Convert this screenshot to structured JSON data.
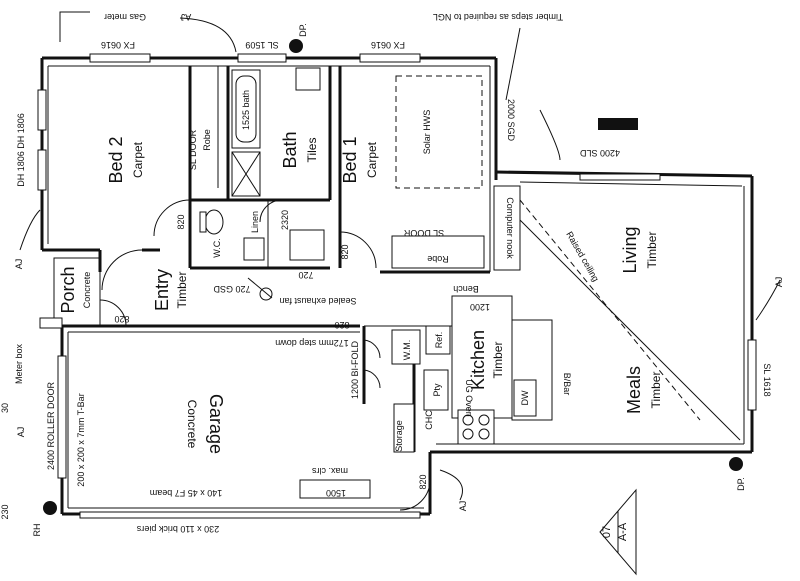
{
  "rooms": {
    "bed2": {
      "name": "Bed 2",
      "finish": "Carpet"
    },
    "bath": {
      "name": "Bath",
      "finish": "Tiles"
    },
    "bed1": {
      "name": "Bed 1",
      "finish": "Carpet"
    },
    "living": {
      "name": "Living",
      "finish": "Timber"
    },
    "entry": {
      "name": "Entry",
      "finish": "Timber"
    },
    "porch": {
      "name": "Porch",
      "finish": "Concrete"
    },
    "garage": {
      "name": "Garage",
      "finish": "Concrete"
    },
    "kitchen": {
      "name": "Kitchen",
      "finish": "Timber"
    },
    "meals": {
      "name": "Meals",
      "finish": "Timber"
    }
  },
  "labels": {
    "gas_meter": "Gas meter",
    "aj": "AJ",
    "fx_top_left": "FX 0616",
    "sl_top": "SL 1509",
    "dp": "DP.",
    "fx_top_right": "FX 0616",
    "timber_steps": "Timber steps as required to NGL",
    "dh_left": "DH 1806 DH 1806",
    "sl_door_bed2": "SL DOOR",
    "robe_bed2": "Robe",
    "bath_size": "1525 bath",
    "solar_hws": "Solar HWS",
    "robe_bed1": "Robe",
    "sl_door_bed1": "SL DOOR",
    "computer_nook": "Computer nook",
    "sgd_2000": "2000 SGD",
    "sld_4200": "4200 SLD",
    "raised_ceiling": "Raised ceiling",
    "linen": "Linen",
    "wc": "W.C.",
    "d2320": "2320",
    "d820_entry": "820",
    "d820_bed1": "820",
    "d720": "720",
    "gsd_720": "720 GSD",
    "exhaust_fan": "Sealed exhaust fan",
    "bench": "Bench",
    "d1200": "1200",
    "d820_porch": "820",
    "d820_mid": "820",
    "step_down": "172mm step down",
    "fdr_1200": "1200 BI-FOLD",
    "wm": "W.M.",
    "ref": "Ref.",
    "pty": "Pty",
    "ug_oven": "UG Oven",
    "dw": "DW",
    "brbar": "B/Bar",
    "chc": "CHC",
    "storage": "Storage",
    "d820_storage": "820",
    "max_clrs": "max. clrs",
    "d1500": "1500",
    "beam": "140 x 45 F7 beam",
    "brick_piers": "230 x 110 brick piers",
    "tbar": "200 x 200 x 7mm T-Bar",
    "roller_door": "2400 ROLLER DOOR",
    "meter_box": "Meter box",
    "rh": "RH",
    "side_num_top": "30",
    "side_num_bottom": "230",
    "sl_1618": "SL 1618",
    "section_code": "A-A",
    "section_sheet": "07"
  }
}
